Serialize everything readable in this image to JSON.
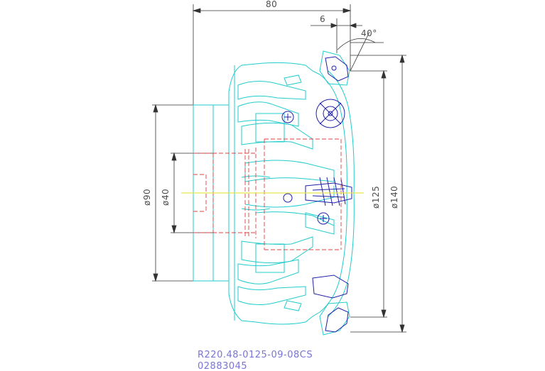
{
  "drawing": {
    "dimensions": {
      "overall_length": "80",
      "insert_offset": "6",
      "lead_angle": "40°",
      "bore_diameter": "ø40",
      "hub_diameter": "ø90",
      "cutting_diameter": "ø125",
      "max_diameter": "ø140"
    },
    "part_number": "R220.48-0125-09-08CS",
    "item_code": "02883045"
  },
  "colors": {
    "dimension_lines": "#333333",
    "body_outline": "#22cccc",
    "insert_outline": "#1f1fa8",
    "hidden_bore": "#e04040",
    "center_axis": "#e8e84a",
    "label_text": "#7a74d6"
  }
}
